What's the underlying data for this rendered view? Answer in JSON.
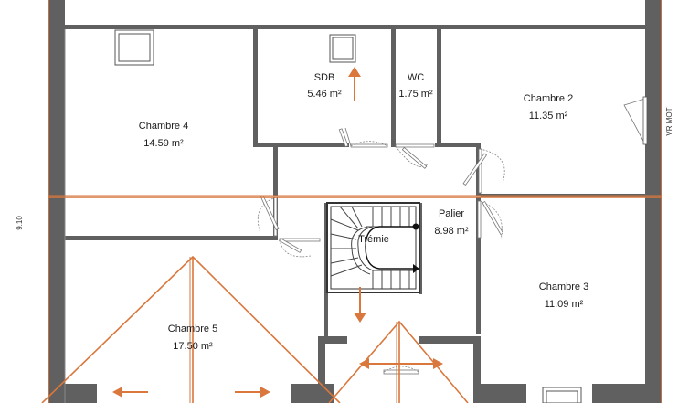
{
  "plan": {
    "rooms": [
      {
        "id": "chambre4",
        "name": "Chambre 4",
        "area": "14.59 m²"
      },
      {
        "id": "sdb",
        "name": "SDB",
        "area": "5.46 m²"
      },
      {
        "id": "wc",
        "name": "WC",
        "area": "1.75 m²"
      },
      {
        "id": "chambre2",
        "name": "Chambre 2",
        "area": "11.35 m²"
      },
      {
        "id": "palier",
        "name": "Palier",
        "area": "8.98 m²"
      },
      {
        "id": "chambre3",
        "name": "Chambre 3",
        "area": "11.09 m²"
      },
      {
        "id": "chambre5",
        "name": "Chambre 5",
        "area": "17.50 m²"
      }
    ],
    "tremie_label": "Trémie",
    "vr_mot_label": "VR MOT",
    "overall_dimension": "9.10"
  },
  "colors": {
    "wall": "#606060",
    "roof_lines": "#d9773d",
    "background": "#ffffff"
  }
}
